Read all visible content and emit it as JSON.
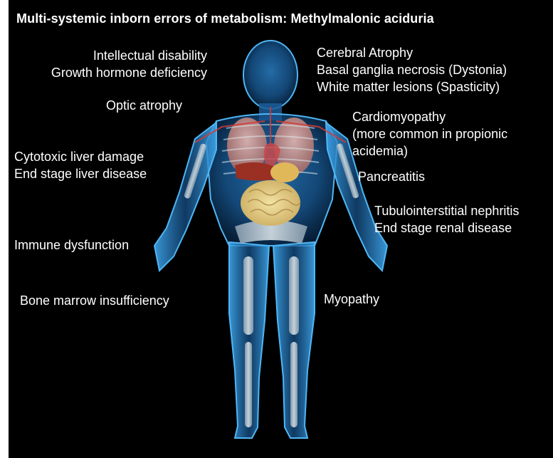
{
  "title": "Multi-systemic inborn errors of metabolism: Methylmalonic aciduria",
  "colors": {
    "background": "#000000",
    "text": "#ffffff",
    "body_glow": "#1e8fd6",
    "organs": "#d8a39a"
  },
  "labels_left": {
    "intellectual": "Intellectual disability",
    "growth": "Growth hormone deficiency",
    "optic": "Optic atrophy",
    "liver_damage": "Cytotoxic liver damage",
    "liver_disease": "End stage liver disease",
    "immune": "Immune dysfunction",
    "bone_marrow": "Bone marrow insufficiency"
  },
  "labels_right": {
    "cerebral": "Cerebral Atrophy",
    "basal": "Basal ganglia necrosis (Dystonia)",
    "white_matter": "White matter lesions (Spasticity)",
    "cardio_1": "Cardiomyopathy",
    "cardio_2": "(more common in propionic",
    "cardio_3": "acidemia)",
    "pancreatitis": "Pancreatitis",
    "nephritis": "Tubulointerstitial nephritis",
    "renal": "End stage renal disease",
    "myopathy": "Myopathy"
  }
}
